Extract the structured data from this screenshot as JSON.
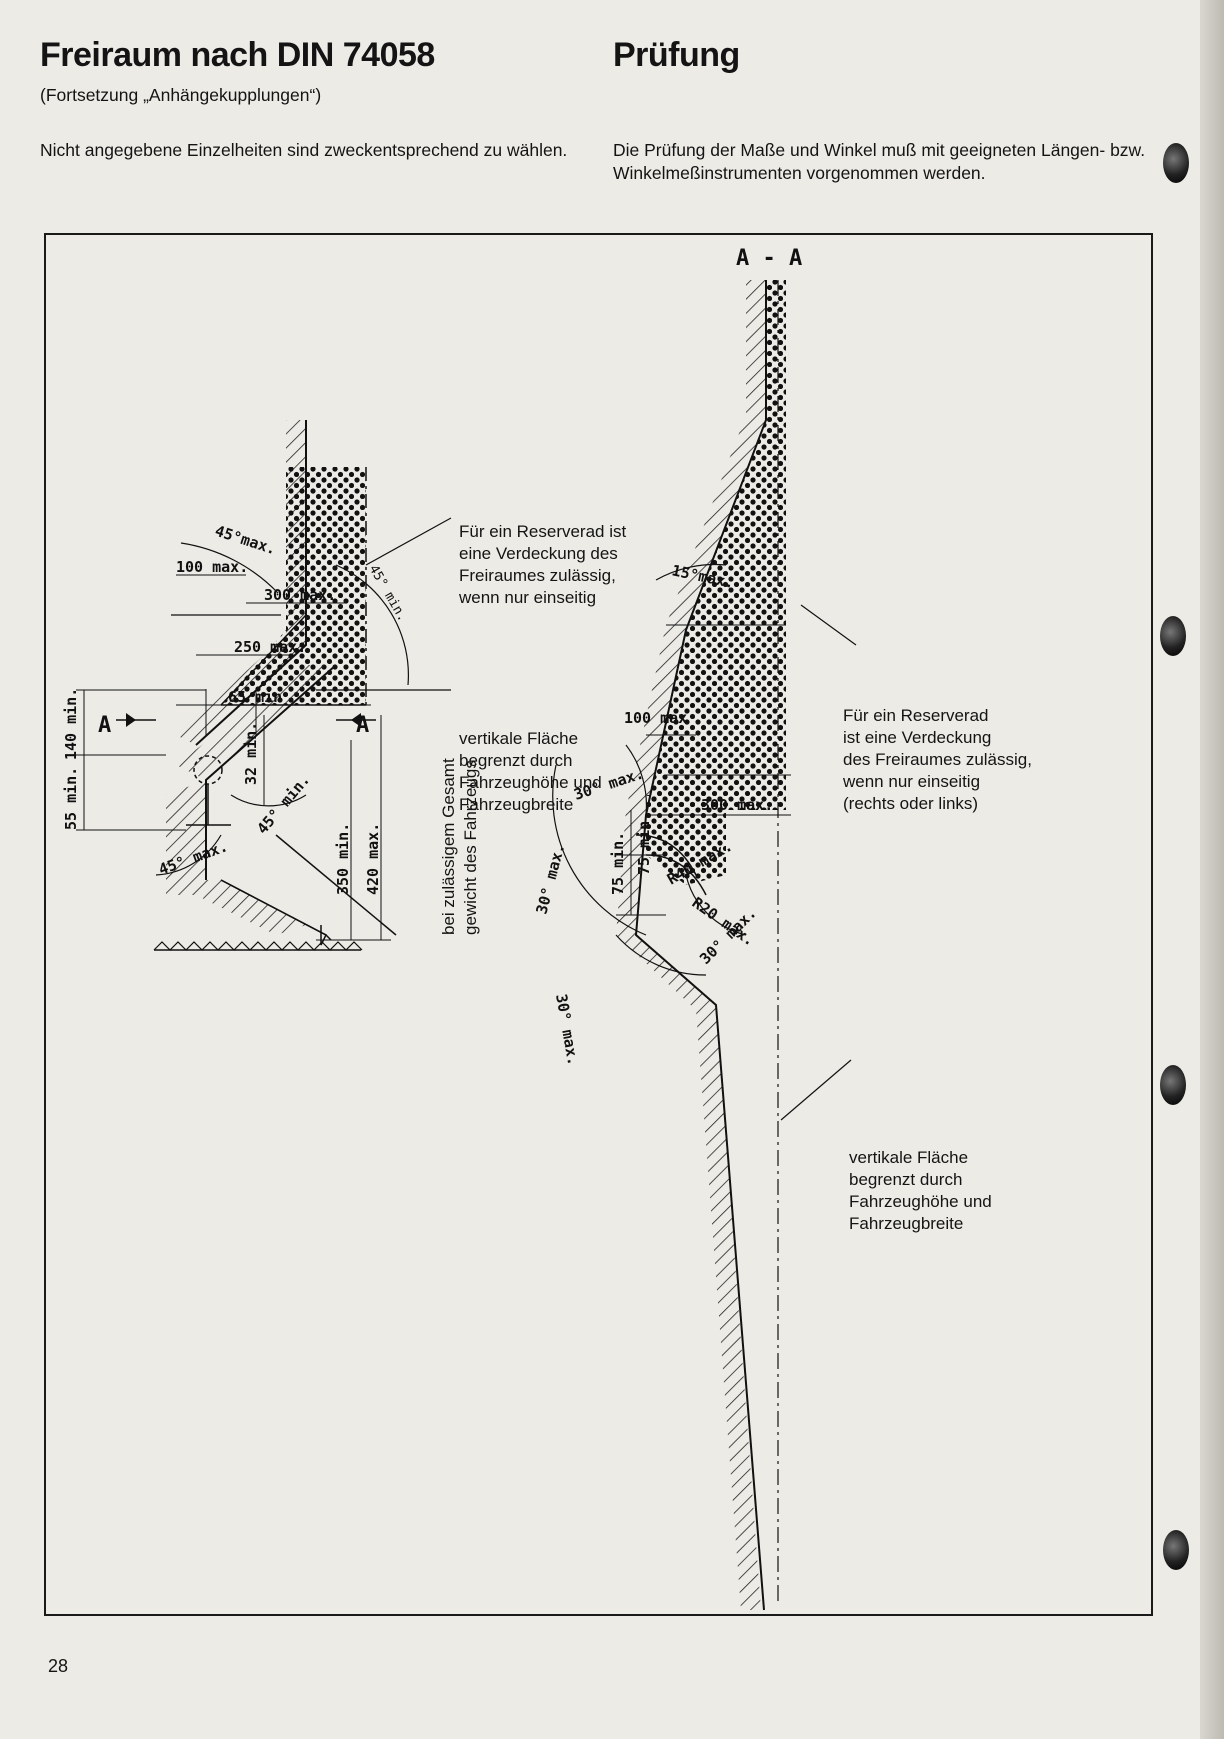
{
  "left": {
    "title": "Freiraum nach DIN 74058",
    "subtitle": "(Fortsetzung „Anhängekupplungen“)",
    "intro": "Nicht angegebene Einzelheiten sind zweckentsprechend zu wählen."
  },
  "right": {
    "title": "Prüfung",
    "intro": "Die Prüfung der Maße und Winkel muß mit geeigneten Längen- bzw. Winkelmeßinstrumenten vorgenommen werden."
  },
  "figure_left": {
    "note_spare_1": "Für ein Reserverad ist",
    "note_spare_2": "eine Verdeckung des",
    "note_spare_3": "Freiraumes zulässig,",
    "note_spare_4": "wenn nur einseitig",
    "note_vertical_1": "vertikale Fläche",
    "note_vertical_2": "begrenzt durch",
    "note_vertical_3": "Fahrzeughöhe und",
    "note_vertical_4": "Fahrzeugbreite",
    "rotated_1": "bei zulässigem Gesamt",
    "rotated_2": "gewicht des Fahrzeugs",
    "dims": {
      "d100": "100 max.",
      "d45top": "45°max.",
      "d45r": "45° min.",
      "d300": "300 max.",
      "d250": "250 max.",
      "d65": "65 min",
      "d140": "140 min.",
      "d55": "55 min.",
      "d32": "32 min.",
      "d45b": "45° min.",
      "d45bl": "45° max.",
      "d350": "350 min.",
      "d420": "420 max.",
      "sec_a1": "A",
      "sec_a2": "A"
    }
  },
  "figure_right": {
    "section": "A - A",
    "note_spare_1": "Für ein Reserverad",
    "note_spare_2": "ist eine Verdeckung",
    "note_spare_3": "des Freiraumes zulässig,",
    "note_spare_4": "wenn nur einseitig",
    "note_spare_5": "(rechts oder links)",
    "note_vertical_1": "vertikale Fläche",
    "note_vertical_2": "begrenzt durch",
    "note_vertical_3": "Fahrzeughöhe und",
    "note_vertical_4": "Fahrzeugbreite",
    "dims": {
      "d15": "15°max.",
      "d100": "100 max",
      "d30a": "30° max.",
      "d300": "300 max.",
      "d30b": "30° max.",
      "dR40": "R40 max.",
      "dR20": "R20 max.",
      "d75a": "75 min.",
      "d75b": "75 min.",
      "d30c": "30° max.",
      "d30d": "30° max."
    }
  },
  "page_number": "28"
}
